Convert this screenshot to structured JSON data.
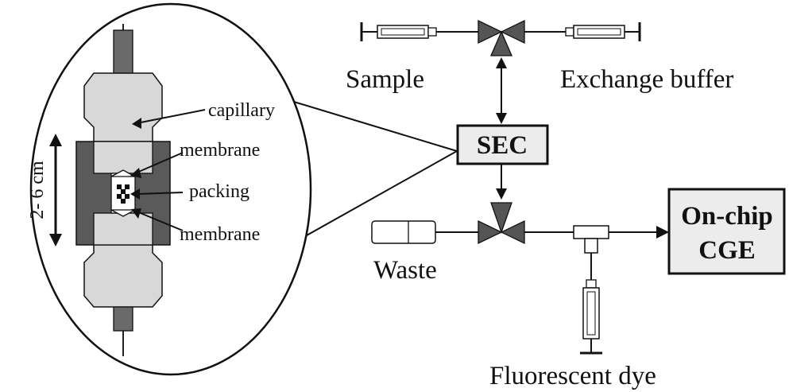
{
  "labels": {
    "sample": "Sample",
    "exchange_buffer": "Exchange buffer",
    "sec": "SEC",
    "waste": "Waste",
    "on_chip_line1": "On-chip",
    "on_chip_line2": "CGE",
    "fluorescent_dye": "Fluorescent dye",
    "capillary": "capillary",
    "membrane_top": "membrane",
    "packing": "packing",
    "membrane_bottom": "membrane",
    "length": "2- 6 cm"
  },
  "colors": {
    "stroke": "#111111",
    "fitting_light": "#d8d8d8",
    "fitting_dark": "#5a5a5a",
    "valve": "#555555",
    "box_fill": "#ececec"
  }
}
